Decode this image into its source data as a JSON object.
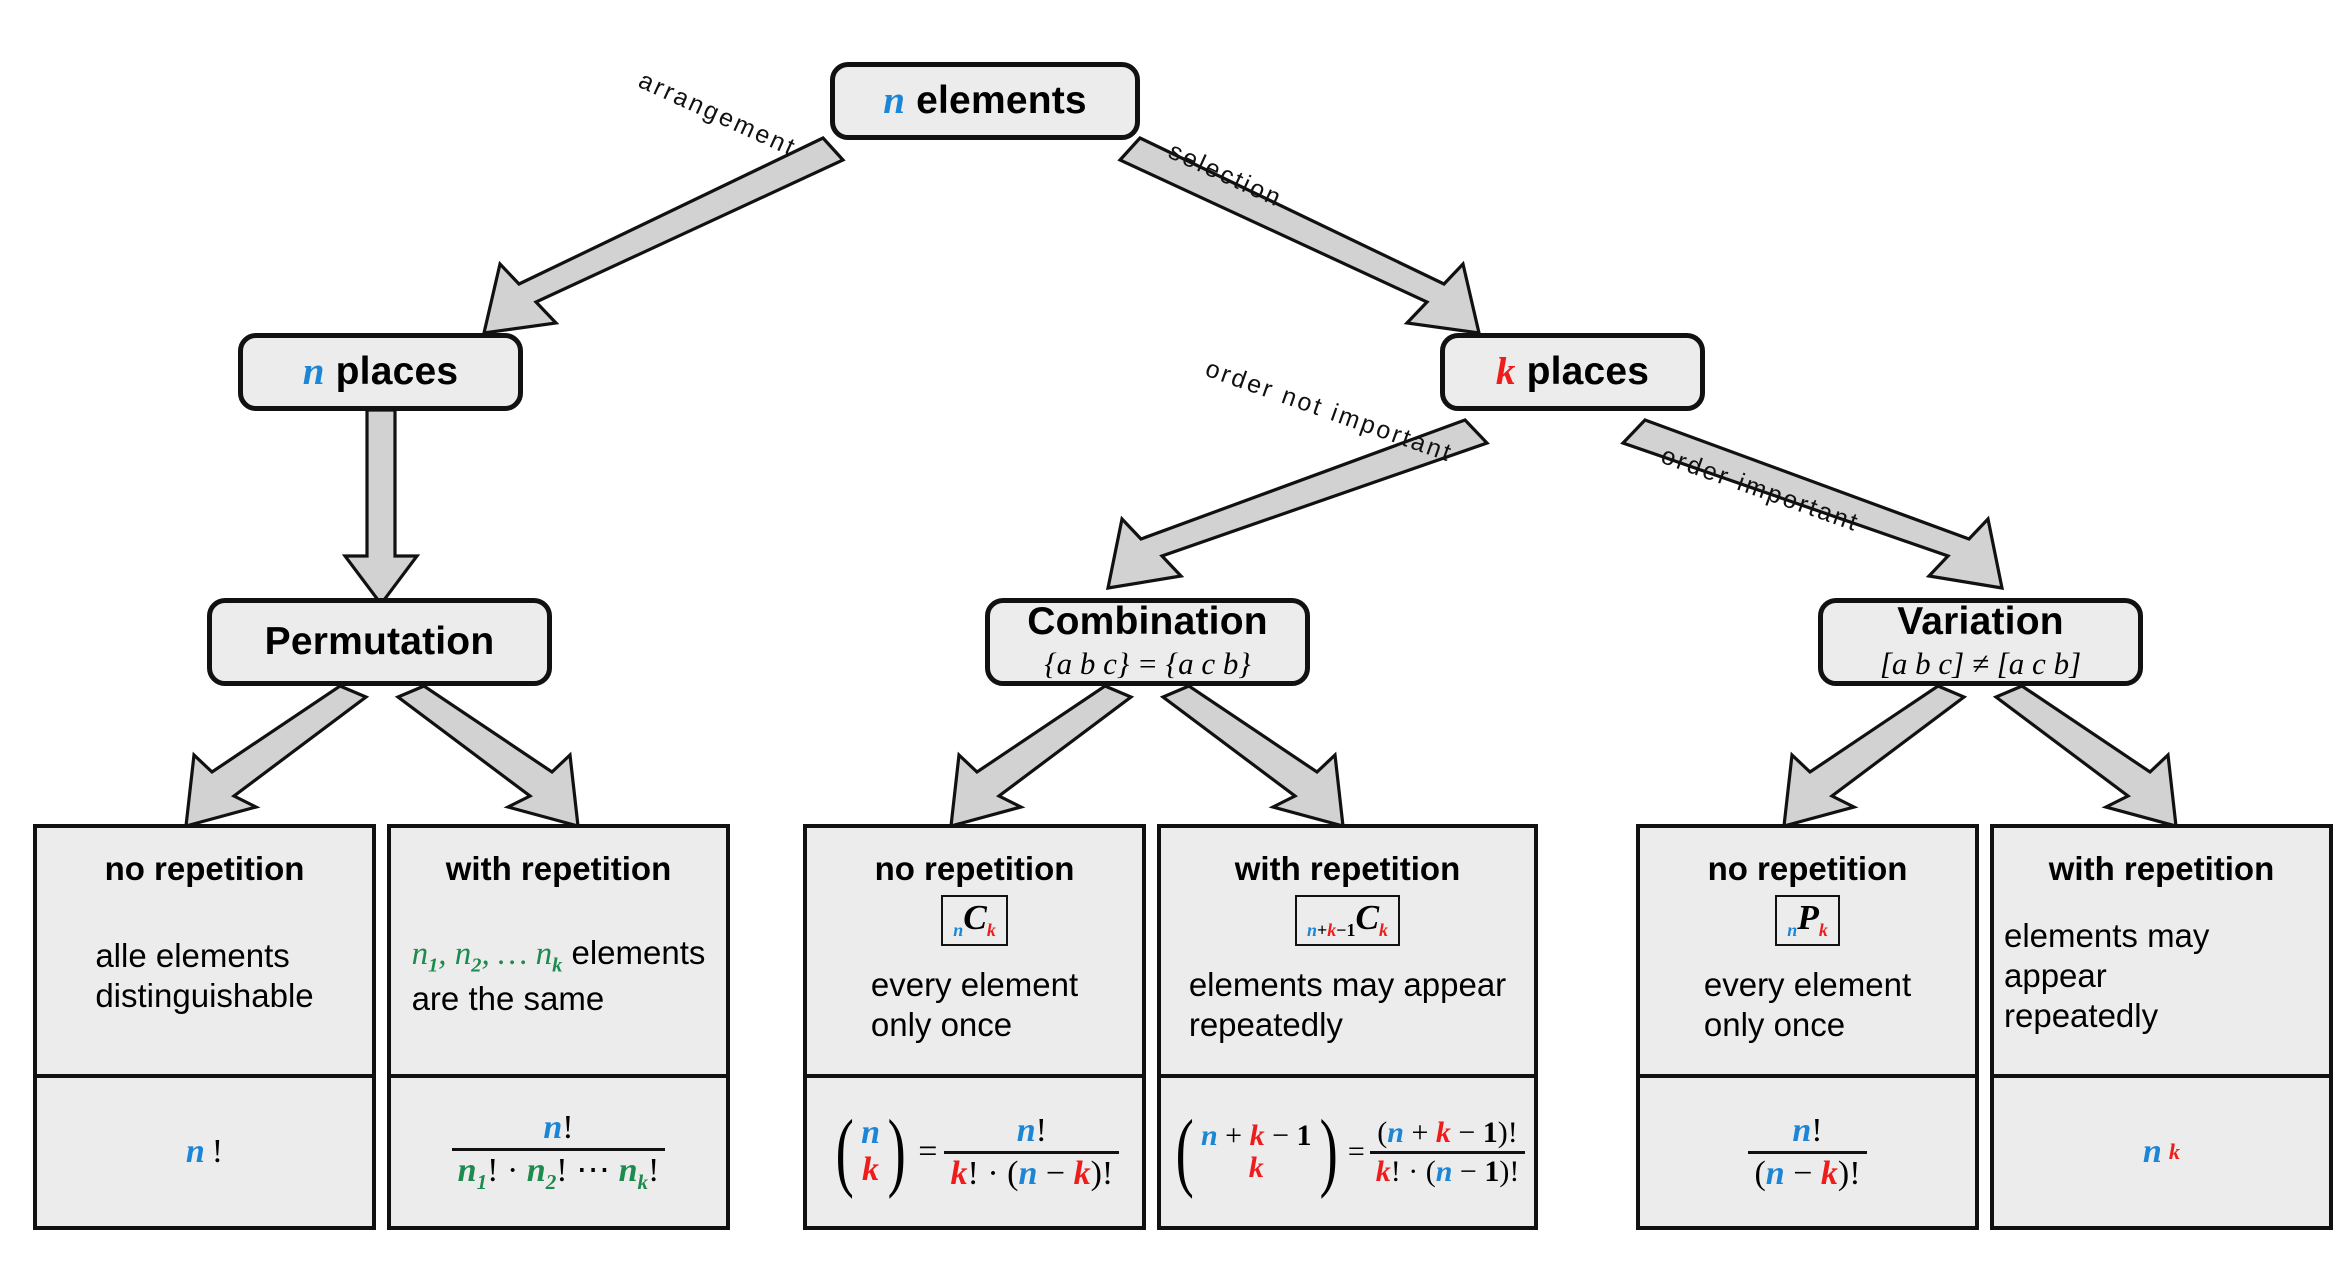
{
  "diagram": {
    "title": "Combinatorics decision tree",
    "colors": {
      "n_color": "#1b85d6",
      "k_color": "#ef1c1c",
      "subscript_color": "#1d8a4e",
      "node_fill": "#ececec",
      "node_stroke": "#111111",
      "arrow_fill": "#d2d2d2"
    },
    "root": {
      "var": "n",
      "label": "elements"
    },
    "edges": {
      "arrangement": "arrangement",
      "selection": "selection",
      "order_not_important": "order not important",
      "order_important": "order important"
    },
    "level2": [
      {
        "var": "n",
        "label": "places"
      },
      {
        "var": "k",
        "label": "places"
      }
    ],
    "level3": [
      {
        "title": "Permutation",
        "subtitle": ""
      },
      {
        "title": "Combination",
        "subtitle": "{a b c} = {a c b}"
      },
      {
        "title": "Variation",
        "subtitle": "[a b c] ≠ [a c b]"
      }
    ],
    "cards": [
      {
        "header": "no repetition",
        "notation": "",
        "description": "alle elements\ndistinguishable",
        "formula": "n!"
      },
      {
        "header": "with repetition",
        "notation": "",
        "description": "n₁, n₂, … nₖ elements\nare the same",
        "formula": "n! / (n₁! · n₂! ⋯ nₖ!)"
      },
      {
        "header": "no repetition",
        "notation": "nCk",
        "description": "every element\nonly once",
        "formula": "(n choose k) = n! / (k! · (n − k)!)"
      },
      {
        "header": "with repetition",
        "notation": "n+k-1Ck",
        "description": "elements may appear\nrepeatedly",
        "formula": "(n + k − 1 choose k) = (n + k − 1)! / (k! · (n − 1)!)"
      },
      {
        "header": "no repetition",
        "notation": "nPk",
        "description": "every element\nonly once",
        "formula": "n! / (n − k)!"
      },
      {
        "header": "with repetition",
        "notation": "",
        "description": "elements may appear\nrepeatedly",
        "formula": "n^k"
      }
    ],
    "text": {
      "elements": "elements",
      "places": "places",
      "no_repetition": "no repetition",
      "with_repetition": "with repetition",
      "alle_elements": "alle elements",
      "distinguishable": "distinguishable",
      "are_the_same": "are the same",
      "elements_word": "elements",
      "every_element": "every element",
      "only_once": "only once",
      "elements_may_appear": "elements may appear",
      "repeatedly": "repeatedly",
      "comb_sub": "{a b c} = {a c b}",
      "var_sub": "[a b c] ≠ [a c b]",
      "permutation": "Permutation",
      "combination": "Combination",
      "variation": "Variation"
    }
  }
}
